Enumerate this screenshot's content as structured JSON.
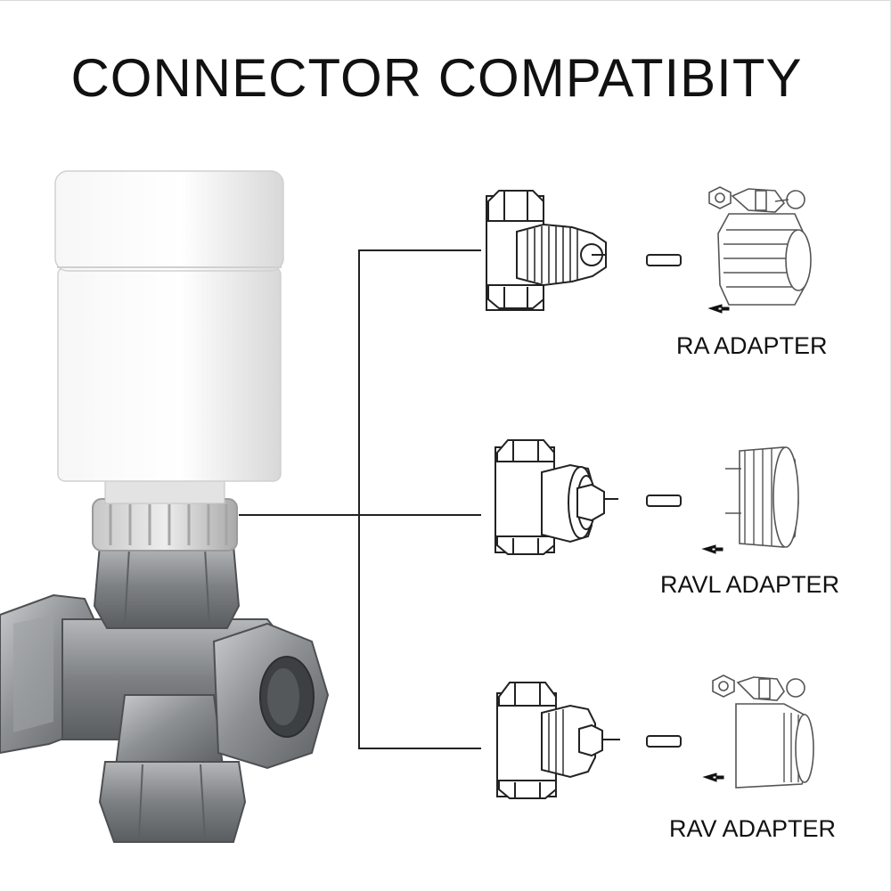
{
  "title": "CONNECTOR COMPATIBITY",
  "adapters": [
    {
      "label": "RA ADAPTER"
    },
    {
      "label": "RAVL ADAPTER"
    },
    {
      "label": "RAV ADAPTER"
    }
  ],
  "icons": {
    "product": "thermostatic-radiator-valve-head",
    "valve": "radiator-valve-body",
    "pin": "actuator-pin",
    "arrow": "left-arrow-icon"
  },
  "colors": {
    "background": "#ffffff",
    "text": "#111111",
    "line": "#222222",
    "cap": "#f3f3f3",
    "metal": "#8a8d90"
  }
}
